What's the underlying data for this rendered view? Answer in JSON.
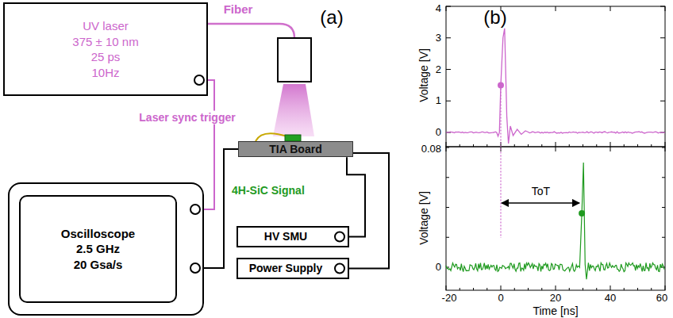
{
  "diagram": {
    "nodes": [
      {
        "text": [
          "UV laser",
          "375 ± 10 nm",
          "25 ps",
          "10Hz"
        ]
      },
      {
        "text": [
          "TIA Board"
        ]
      },
      {
        "text": [
          "Oscilloscope",
          "2.5 GHz",
          "20 Gsa/s"
        ]
      },
      {
        "text": [
          "HV SMU"
        ]
      },
      {
        "text": [
          "Power Supply"
        ]
      }
    ],
    "edges": [
      {
        "from": 0,
        "to": 2,
        "arrow": "none",
        "label": "Laser sync trigger"
      },
      {
        "from": 1,
        "to": 2,
        "arrow": "none",
        "label": "4H-SiC Signal"
      },
      {
        "from": 3,
        "to": 1,
        "arrow": "none"
      },
      {
        "from": 4,
        "to": 1,
        "arrow": "none"
      }
    ],
    "labels": [
      "Fiber",
      "(a)",
      "(b)",
      "Voltage [V]",
      "Voltage [V]",
      "4",
      "3",
      "2",
      "1",
      "0",
      "0.08",
      "0",
      "-20",
      "0",
      "20",
      "40",
      "60",
      "Time [ns]",
      "ToT"
    ]
  }
}
